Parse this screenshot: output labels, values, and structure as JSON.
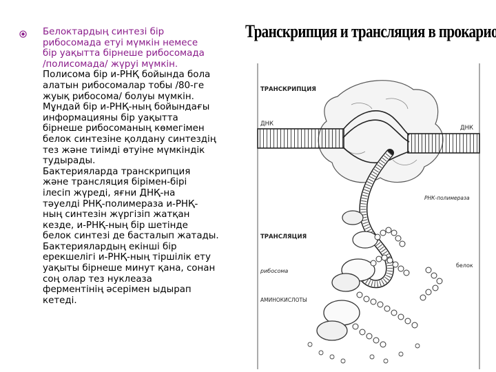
{
  "text": {
    "para1": "Белоктардың синтезі бір\nрибосомада етуі мүмкін немесе\nбір уақытта бірнеше рибосомада\n/полисомада/ жүруі мүмкін.",
    "para2": "Полисома бір и-РНҚ бойында бола\nалатын рибосомалар тобы /80-ге\nжуық рибосома/ болуы мүмкін.\nМұндай бір и-РНҚ-ның бойындағы\nинформацияны бір уақытта\nбірнеше рибосоманың көмегімен\nбелок синтезіне қолдану синтездің\nтез және тиімді өтуіне мүмкіндік\nтудырады.\nБактерияларда транскрипция\nжәне трансляция бірімен-бірі\nілесіп жүреді, яғни ДНҚ-на\nтәуелді РНҚ-полимераза и-РНҚ-\nның синтезін жүргізіп жатқан\nкезде, и-РНҚ-ның бір шетінде\nбелок синтезі де басталып жатады.\nБактериялардың екінші бір\nерекшелігі и-РНҚ-ның тіршілік ету\nуақыты бірнеше минут қана, сонан\nсоң олар тез нуклеаза\nферментінің әсерімен ыдырап\nкетеді."
  },
  "figure": {
    "title": "Транскрипция и трансляция в прокариотах",
    "labels": {
      "transcription": "ТРАНСКРИПЦИЯ",
      "dnk_left": "ДНК",
      "dnk_right": "ДНК",
      "rnk_polymerase": "РНК-полимераза",
      "translation": "ТРАНСЛЯЦИЯ",
      "ribosome": "рибосома",
      "protein": "белок",
      "amino_acids": "АМИНОКИСЛОТЫ"
    }
  },
  "colors": {
    "accent_purple": "#8a1b8a",
    "bullet": "#8a1b8a"
  }
}
